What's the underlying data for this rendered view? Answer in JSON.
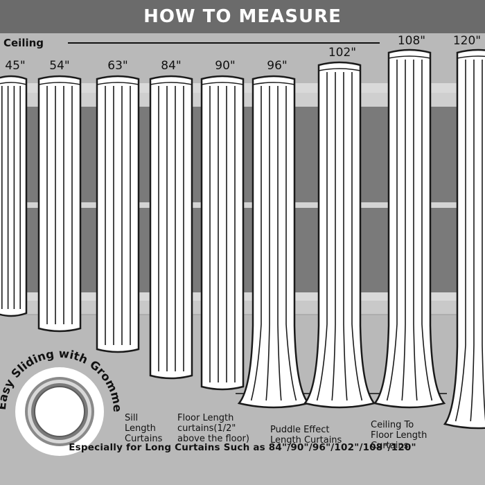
{
  "header": {
    "title": "HOW TO MEASURE"
  },
  "ceiling_label": "Ceiling",
  "lengths": [
    "45\"",
    "54\"",
    "63\"",
    "84\"",
    "90\"",
    "96\"",
    "102\"",
    "108\"",
    "120\""
  ],
  "captions": {
    "sill": [
      "Sill",
      "Length",
      "Curtains"
    ],
    "floor": [
      "Floor Length",
      "curtains(1/2\"",
      "above the floor)"
    ],
    "puddle": [
      "Puddle Effect",
      "Length Curtains"
    ],
    "ceiling_to_floor": [
      "Ceiling To",
      "Floor Length",
      "Curtains"
    ]
  },
  "grommet_badge": {
    "text": "Easy Sliding with Grommets"
  },
  "footer": {
    "text": "Especially for Long Curtains Such as 84\"/90\"/96\"/102\"/108\"/120\""
  },
  "colors": {
    "background": "#b9b9b9",
    "header": "#6b6b6b",
    "window_glass": "#787878",
    "curtain": "#ffffff",
    "outline": "#1a1a1a"
  }
}
